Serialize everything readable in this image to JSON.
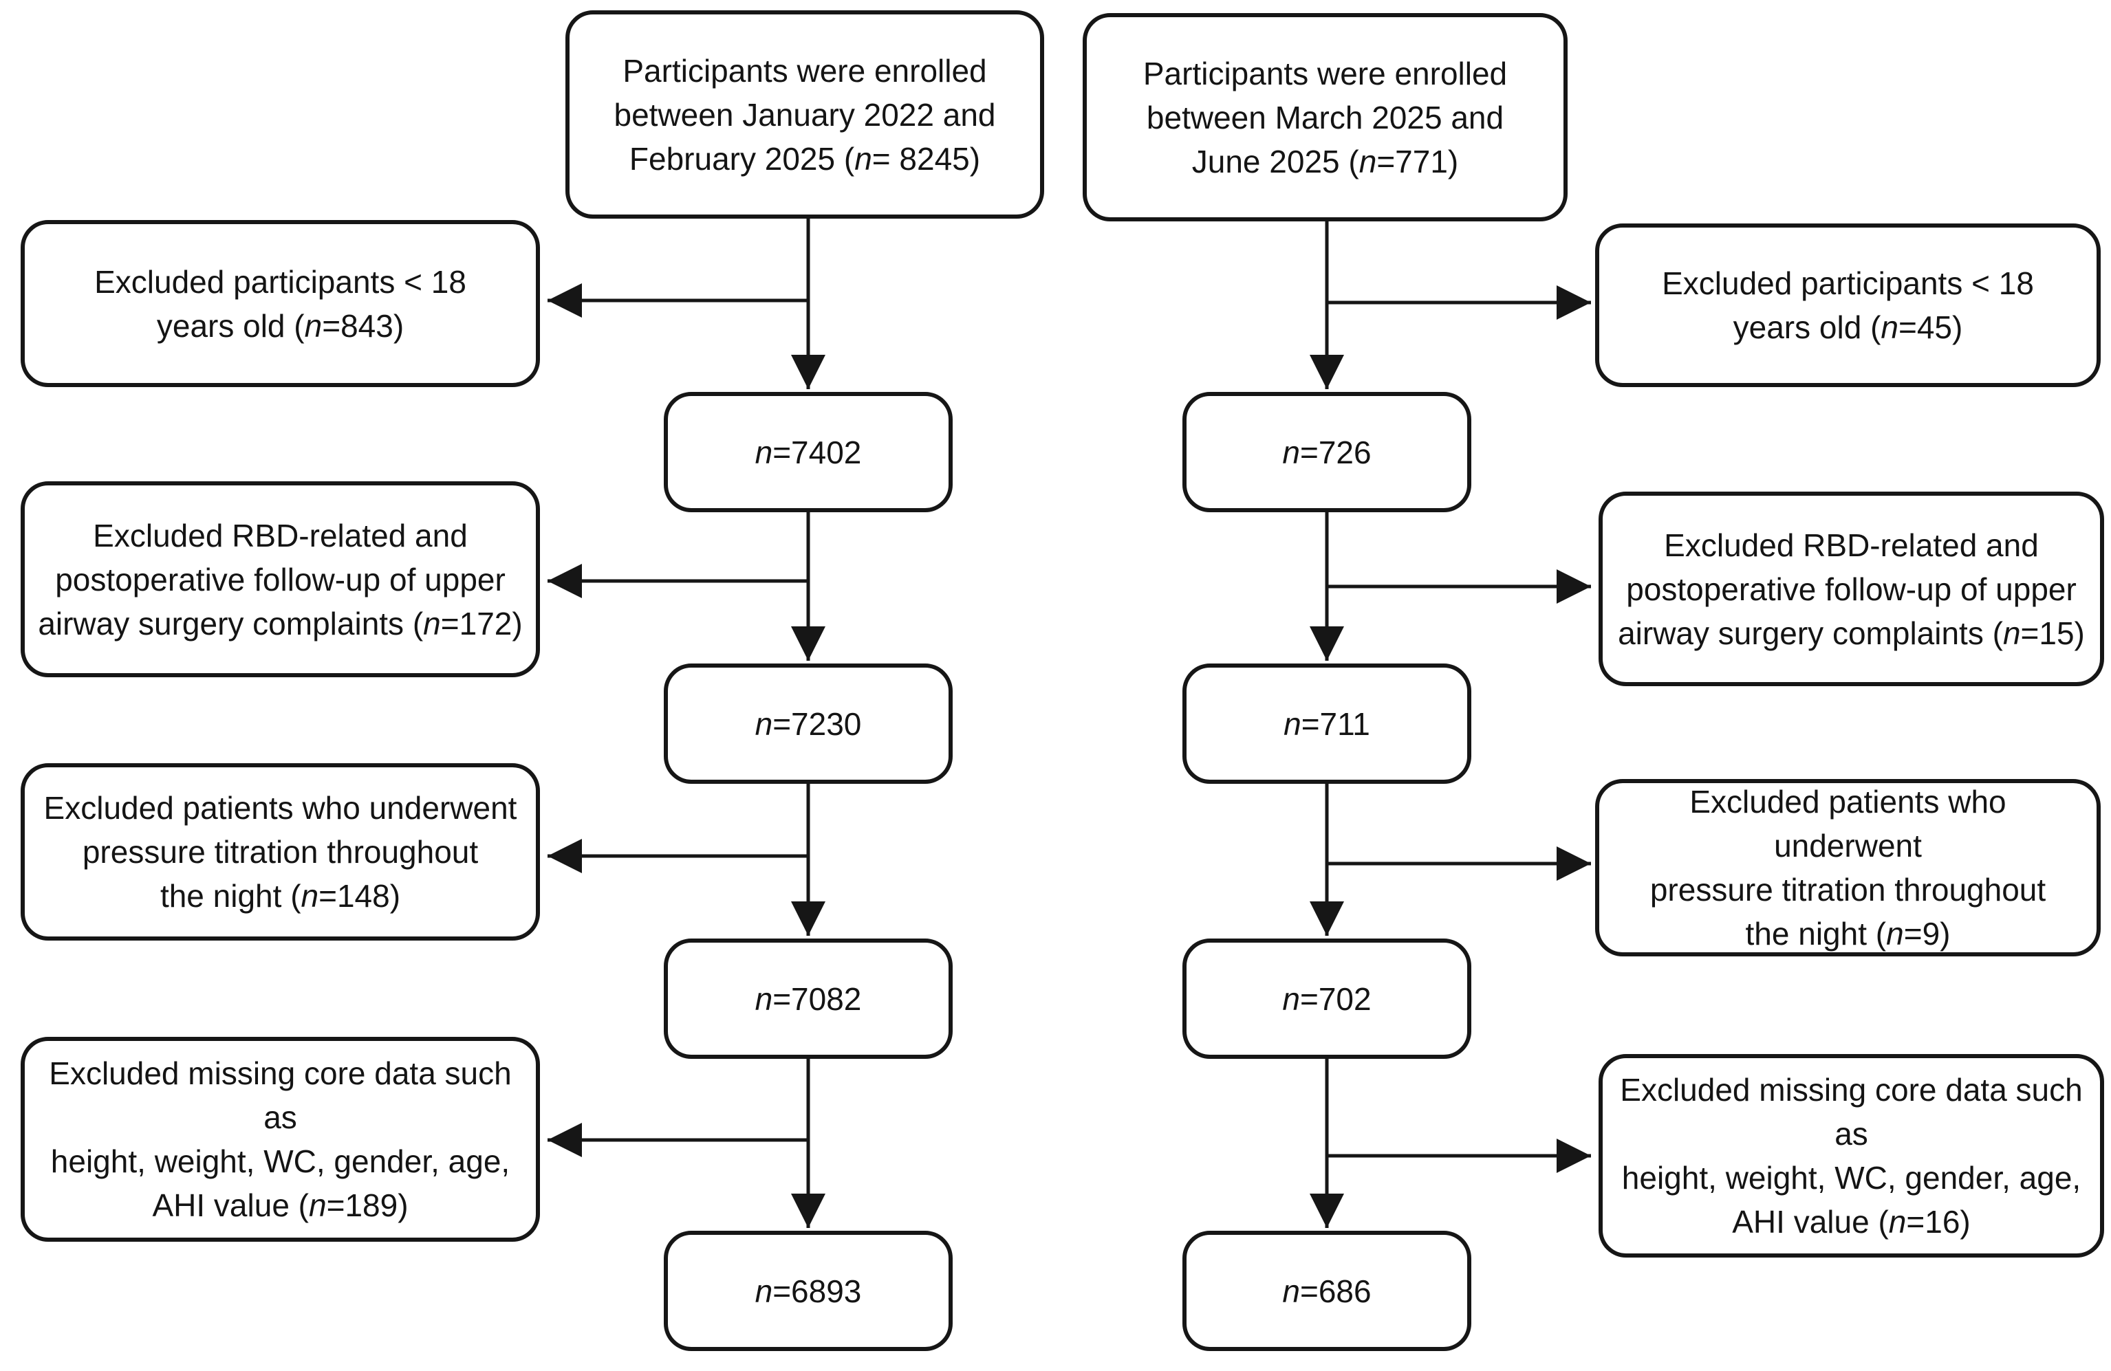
{
  "figure": {
    "background_color": "#ffffff",
    "line_color": "#161616",
    "text_color": "#141414"
  },
  "n_char": "n",
  "left": {
    "top": {
      "line1": "Participants were enrolled",
      "line2": "between January 2022 and",
      "last_pre": "February 2025 (",
      "last_post": "= 8245)"
    },
    "counts": [
      "=7402",
      "=7230",
      "=7082",
      "=6893"
    ],
    "excluded": [
      {
        "line1": "Excluded participants < 18",
        "last_pre": "years old (",
        "last_post": "=843)"
      },
      {
        "line1": "Excluded RBD-related and",
        "line2": "postoperative follow-up of upper",
        "last_pre": "airway surgery complaints (",
        "last_post": "=172)"
      },
      {
        "line1": "Excluded patients who underwent",
        "line2": "pressure titration throughout",
        "last_pre": "the night (",
        "last_post": "=148)"
      },
      {
        "line1": "Excluded missing core data such as",
        "line2": "height, weight, WC, gender, age,",
        "last_pre": "AHI value (",
        "last_post": "=189)"
      }
    ]
  },
  "right": {
    "top": {
      "line1": "Participants were enrolled",
      "line2": "between March 2025 and",
      "last_pre": "June 2025 (",
      "last_post": "=771)"
    },
    "counts": [
      "=726",
      "=711",
      "=702",
      "=686"
    ],
    "excluded": [
      {
        "line1": "Excluded participants < 18",
        "last_pre": "years old (",
        "last_post": "=45)"
      },
      {
        "line1": "Excluded RBD-related and",
        "line2": "postoperative follow-up of upper",
        "last_pre": "airway surgery complaints (",
        "last_post": "=15)"
      },
      {
        "line1": "Excluded patients who underwent",
        "line2": "pressure titration throughout",
        "last_pre": "the night (",
        "last_post": "=9)"
      },
      {
        "line1": "Excluded missing core data such as",
        "line2": "height, weight, WC, gender, age,",
        "last_pre": "AHI value (",
        "last_post": "=16)"
      }
    ]
  }
}
